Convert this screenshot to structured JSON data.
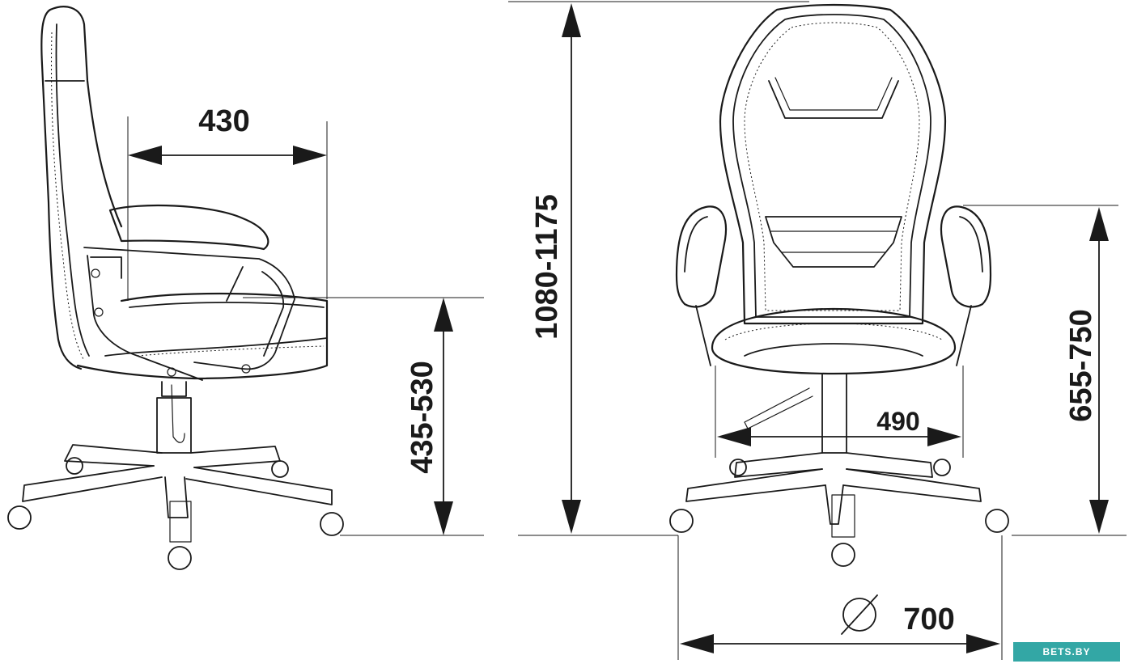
{
  "dimensions": {
    "seat_depth": "430",
    "seat_height": "435-530",
    "total_height": "1080-1175",
    "armrest_height": "655-750",
    "seat_width": "490",
    "base_diameter": "700"
  },
  "diameter_symbol": "⌀",
  "watermark": "BETS.BY",
  "colors": {
    "line": "#1a1a1a",
    "watermark_bg": "#33a7a5"
  }
}
